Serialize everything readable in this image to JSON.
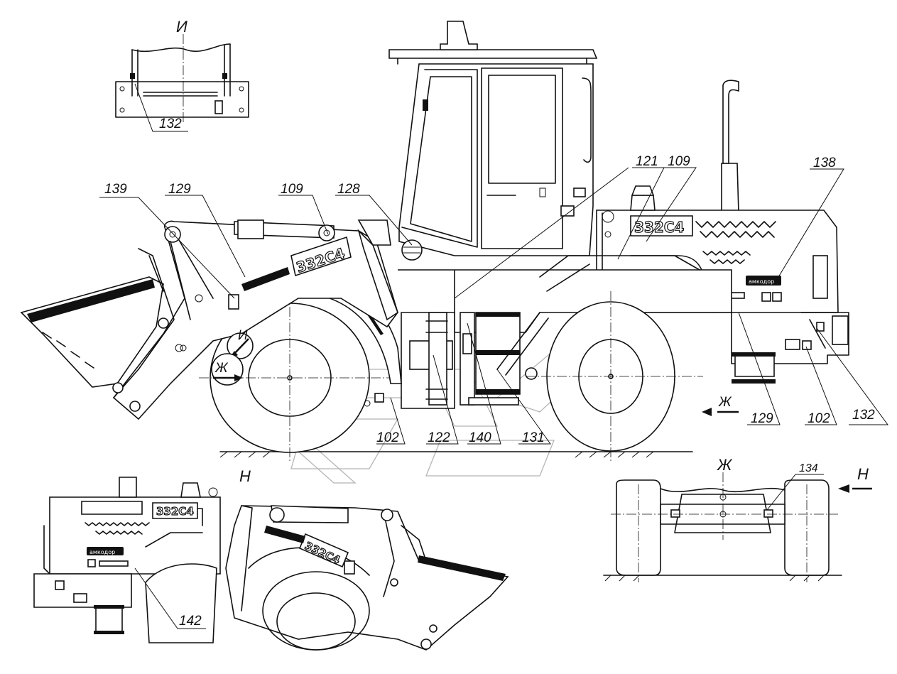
{
  "views": {
    "i": "И",
    "n": "Н",
    "zh": "Ж"
  },
  "arrows": {
    "n_arrow": "Н",
    "zh_arrow_main": "Ж",
    "i_arrow_main": "И",
    "zh_arrow_left": "Ж"
  },
  "decals": {
    "model": "332С4",
    "brand": "амкодор"
  },
  "callouts": {
    "c139": "139",
    "c129a": "129",
    "c109a": "109",
    "c128": "128",
    "c121": "121",
    "c109b": "109",
    "c138": "138",
    "c132a": "132",
    "c102a": "102",
    "c122": "122",
    "c140": "140",
    "c131": "131",
    "c129b": "129",
    "c102b": "102",
    "c132b": "132",
    "c134": "134",
    "c142": "142"
  }
}
